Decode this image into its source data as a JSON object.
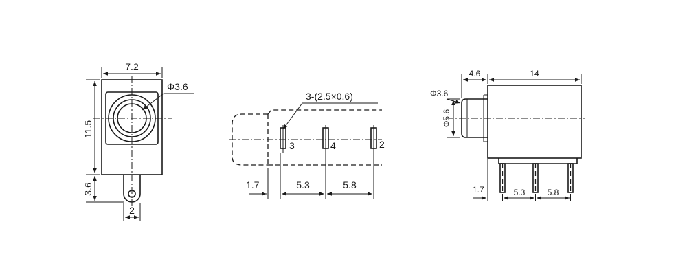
{
  "front_view": {
    "width": "7.2",
    "hole_diameter": "Φ3.6",
    "height": "11.5",
    "tab_height": "3.6",
    "pin_label": "2"
  },
  "pin_view": {
    "pin_spec": "3-(2.5×0.6)",
    "pins": [
      "3",
      "4",
      "2"
    ],
    "offset": "1.7",
    "spacing_1": "5.3",
    "spacing_2": "5.8"
  },
  "side_view": {
    "nose_length": "4.6",
    "body_length": "14",
    "bore_diameter": "Φ3.6",
    "nose_diameter": "Φ5.6",
    "offset": "1.7",
    "spacing_1": "5.3",
    "spacing_2": "5.8"
  }
}
